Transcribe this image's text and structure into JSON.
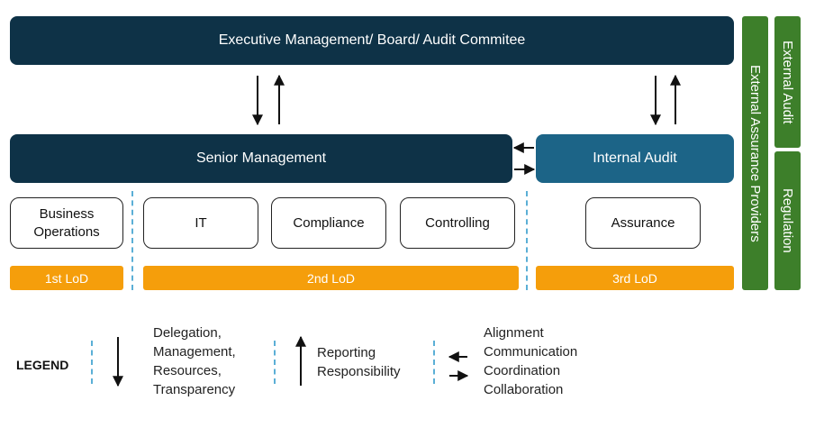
{
  "top_box": "Executive Management/ Board/ Audit Commitee",
  "senior_management": "Senior Management",
  "internal_audit": "Internal Audit",
  "functions": {
    "business_operations": "Business Operations",
    "it": "IT",
    "compliance": "Compliance",
    "controlling": "Controlling",
    "assurance": "Assurance"
  },
  "lod": {
    "first": "1st LoD",
    "second": "2nd LoD",
    "third": "3rd LoD"
  },
  "side": {
    "external_assurance": "External Assurance Providers",
    "external_audit": "External Audit",
    "regulation": "Regulation"
  },
  "legend": {
    "title": "LEGEND",
    "down_lines": [
      "Delegation,",
      "Management,",
      "Resources,",
      "Transparency"
    ],
    "up_lines": [
      "Reporting",
      "Responsibility"
    ],
    "side_lines": [
      "Alignment",
      "Communication",
      "Coordination",
      "Collaboration"
    ]
  },
  "colors": {
    "dark_navy": "#0e3247",
    "internal_audit_blue": "#1c6487",
    "lod_orange": "#f59e0b",
    "green": "#3d7f2a",
    "dashed_blue": "#5bafd6"
  }
}
